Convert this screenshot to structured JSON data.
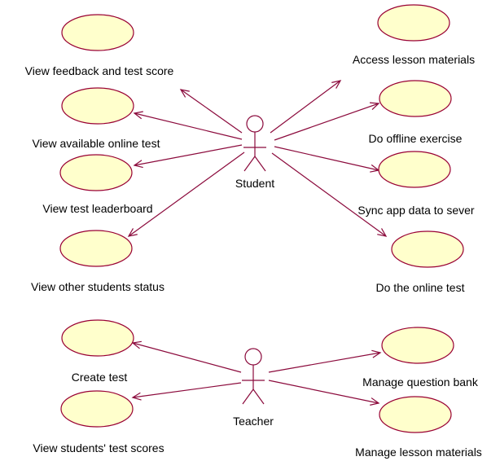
{
  "actors": [
    {
      "id": "student",
      "label": "Student"
    },
    {
      "id": "teacher",
      "label": "Teacher"
    }
  ],
  "use_cases": [
    {
      "id": "view-feedback",
      "label": "View feedback and test score"
    },
    {
      "id": "view-available-test",
      "label": "View available online test"
    },
    {
      "id": "view-leaderboard",
      "label": "View test leaderboard"
    },
    {
      "id": "view-students-status",
      "label": "View other students status"
    },
    {
      "id": "access-lesson",
      "label": "Access lesson materials"
    },
    {
      "id": "offline-exercise",
      "label": "Do offline exercise"
    },
    {
      "id": "sync-app",
      "label": "Sync app data to sever"
    },
    {
      "id": "online-test",
      "label": "Do the online test"
    },
    {
      "id": "create-test",
      "label": "Create test"
    },
    {
      "id": "view-scores",
      "label": "View students' test scores"
    },
    {
      "id": "question-bank",
      "label": "Manage question bank"
    },
    {
      "id": "lesson-materials",
      "label": "Manage lesson materials"
    }
  ],
  "associations": [
    {
      "from": "student",
      "to": "view-feedback"
    },
    {
      "from": "student",
      "to": "view-available-test"
    },
    {
      "from": "student",
      "to": "view-leaderboard"
    },
    {
      "from": "student",
      "to": "view-students-status"
    },
    {
      "from": "student",
      "to": "access-lesson"
    },
    {
      "from": "student",
      "to": "offline-exercise"
    },
    {
      "from": "student",
      "to": "sync-app"
    },
    {
      "from": "student",
      "to": "online-test"
    },
    {
      "from": "teacher",
      "to": "create-test"
    },
    {
      "from": "teacher",
      "to": "view-scores"
    },
    {
      "from": "teacher",
      "to": "question-bank"
    },
    {
      "from": "teacher",
      "to": "lesson-materials"
    }
  ],
  "colors": {
    "usecase_fill": "#ffffcc",
    "line": "#8b0a3c"
  }
}
